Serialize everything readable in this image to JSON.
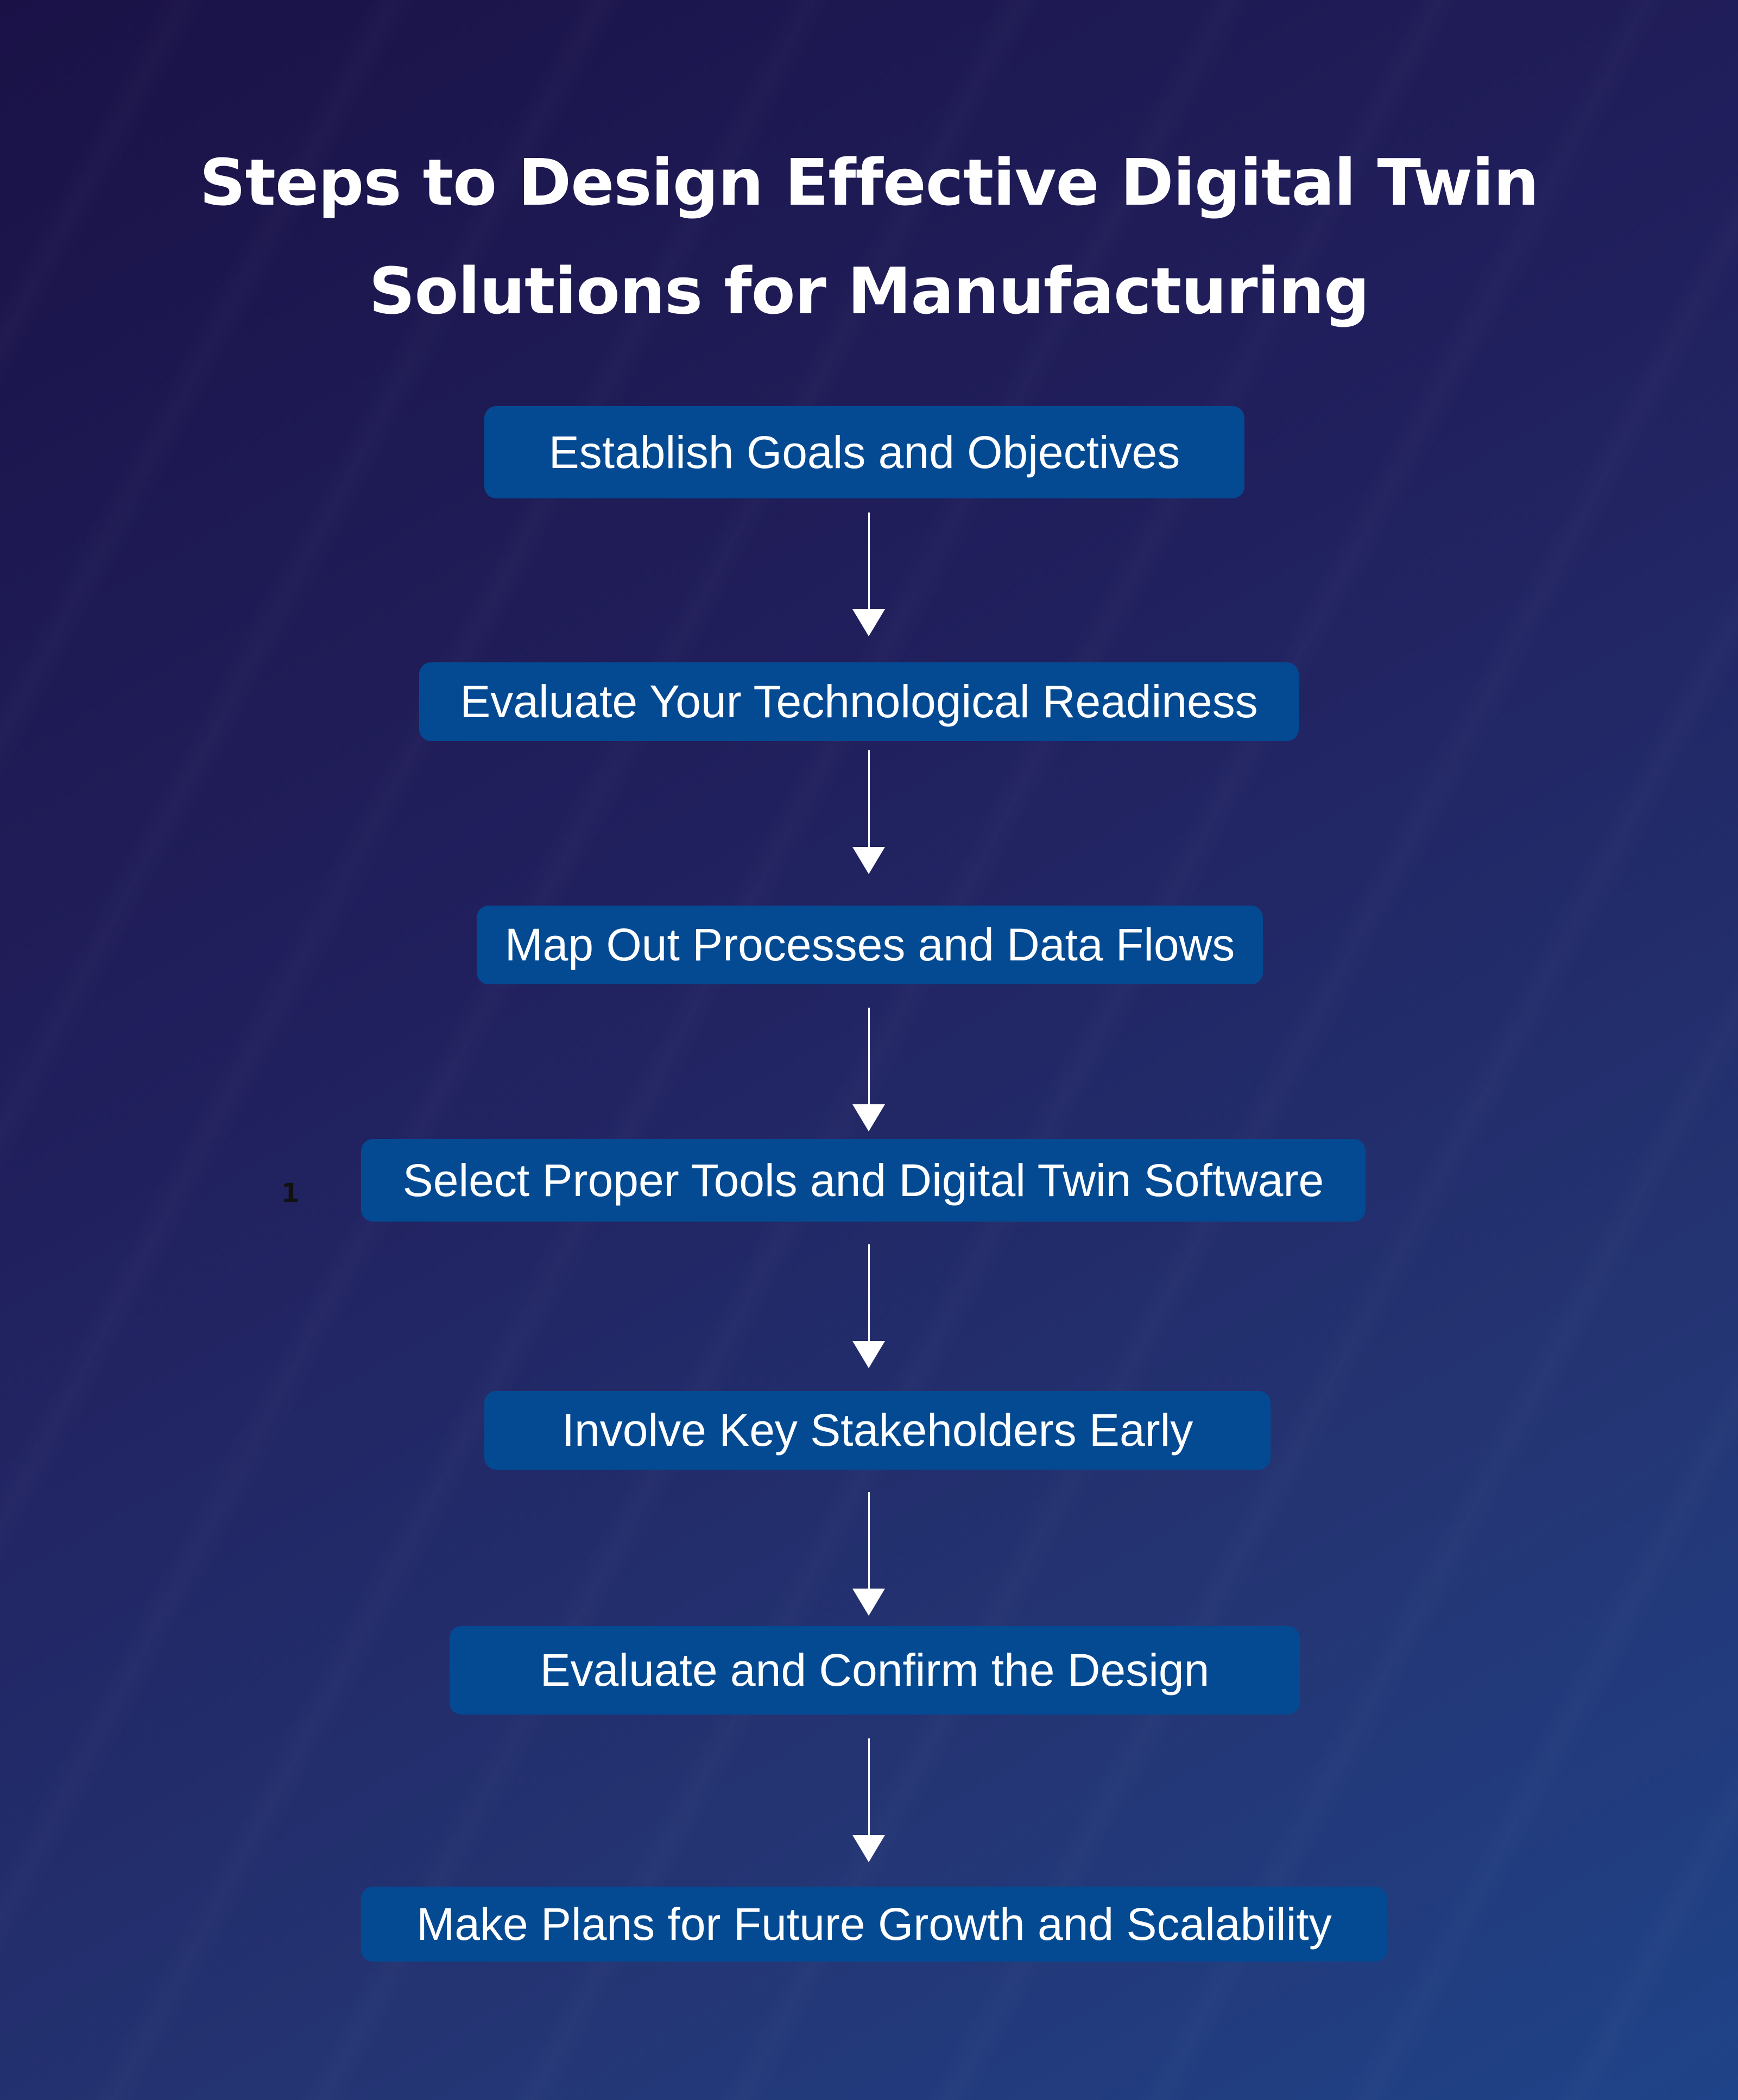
{
  "title": {
    "line1": "Steps to Design Effective Digital Twin",
    "line2": "Solutions for Manufacturing"
  },
  "steps": [
    {
      "label": "Establish Goals and Objectives"
    },
    {
      "label": "Evaluate Your Technological Readiness"
    },
    {
      "label": "Map Out Processes and Data Flows"
    },
    {
      "label": "Select Proper Tools and Digital Twin Software"
    },
    {
      "label": "Involve Key Stakeholders Early"
    },
    {
      "label": "Evaluate and Confirm the Design"
    },
    {
      "label": "Make Plans for Future Growth and Scalability"
    }
  ],
  "footnote": "1",
  "colors": {
    "step_box": "#044a93",
    "arrow": "#ffffff",
    "text": "#ffffff"
  }
}
